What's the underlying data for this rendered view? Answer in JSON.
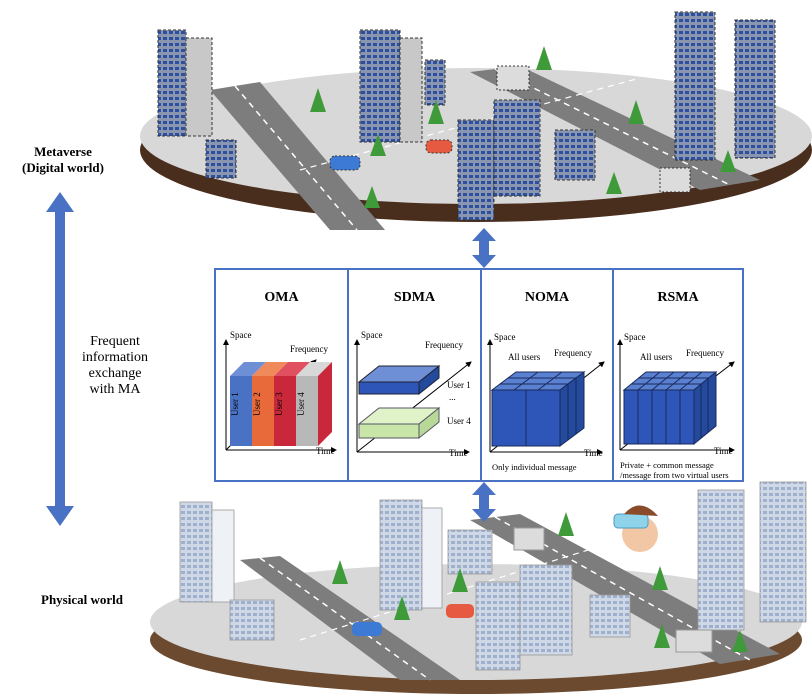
{
  "labels": {
    "metaverse_line1": "Metaverse",
    "metaverse_line2": "(Digital world)",
    "exchange_line1": "Frequent",
    "exchange_line2": "information",
    "exchange_line3": "exchange",
    "exchange_line4": "with MA",
    "physical": "Physical world"
  },
  "panels": [
    {
      "title": "OMA",
      "space": "Space",
      "frequency": "Frequency",
      "time": "Time",
      "users": [
        "User 1",
        "User 2",
        "User 3",
        "User 4"
      ]
    },
    {
      "title": "SDMA",
      "space": "Space",
      "frequency": "Frequency",
      "time": "Time",
      "user_top": "User 1",
      "dots": "...",
      "user_bottom": "User 4"
    },
    {
      "title": "NOMA",
      "space": "Space",
      "frequency": "Frequency",
      "time": "Time",
      "all_users": "All users",
      "caption": "Only individual message"
    },
    {
      "title": "RSMA",
      "space": "Space",
      "frequency": "Frequency",
      "time": "Time",
      "all_users": "All users",
      "caption_line1": "Private + common message",
      "caption_line2": "/message from two virtual users"
    }
  ]
}
